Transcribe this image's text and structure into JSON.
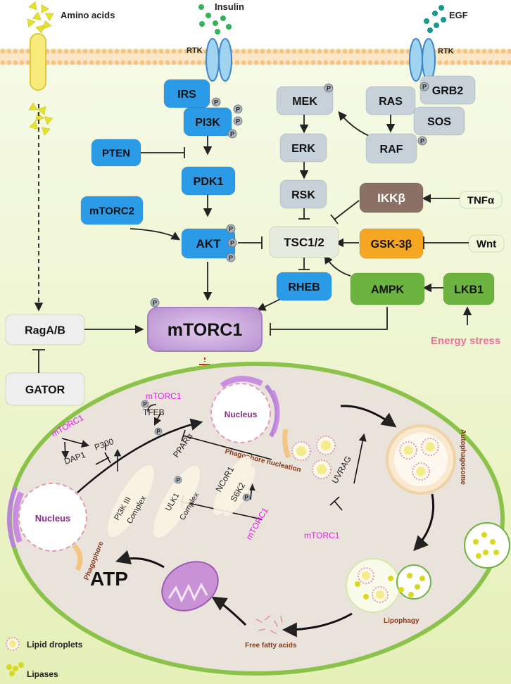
{
  "ligands": {
    "amino_acids": "Amino acids",
    "insulin": "Insulin",
    "egf": "EGF",
    "rtk_left": "RTK",
    "rtk_right": "RTK"
  },
  "nodes": {
    "irs": "IRS",
    "pi3k": "PI3K",
    "pten": "PTEN",
    "pdk1": "PDK1",
    "mtorc2": "mTORC2",
    "akt": "AKT",
    "mek": "MEK",
    "ras": "RAS",
    "grb2": "GRB2",
    "sos": "SOS",
    "erk": "ERK",
    "raf": "RAF",
    "rsk": "RSK",
    "ikkb": "IKKβ",
    "tnfa": "TNFα",
    "tsc": "TSC1/2",
    "gsk3b": "GSK-3β",
    "wnt": "Wnt",
    "rheb": "RHEB",
    "ampk": "AMPK",
    "lkb1": "LKB1",
    "energy_stress": "Energy stress",
    "mtorc1_main": "mTORC1",
    "raga": "RagA/B",
    "gator": "GATOR"
  },
  "phospho_symbol": "P",
  "cell": {
    "mtorc1_labels": [
      "mTORC1",
      "mTORC1",
      "mTORC1",
      "mTORC1"
    ],
    "tfeb": "TFEB",
    "p300": "P300",
    "dap1": "DAP1",
    "ppara": "PPARα",
    "pi3kiii": [
      "PI3K III",
      "Complex"
    ],
    "ulk1": [
      "ULK1",
      "Complex"
    ],
    "ncor1": "NCoR1",
    "s6k2": "S6K2",
    "uvrag": "UVRAG",
    "nucleus_left": "Nucleus",
    "nucleus_right": "Nucleus",
    "phagophore": "Phagophore",
    "phagophore_nucleation": "Phagophore nucleation",
    "autophagosome": "Autophagosome",
    "lipophagy": "Lipophagy",
    "ffa": "Free fatty acids",
    "atp": "ATP"
  },
  "legend": {
    "lipid_droplets": "Lipid droplets",
    "lipases": "Lipases"
  },
  "colors": {
    "blue_node": "#2b9be8",
    "grey_node": "#c6d1d9",
    "green_node": "#6db33f",
    "brown_node": "#8b7065",
    "orange_node": "#f5a623",
    "mtorc1": "#c9a7dc",
    "magenta_text": "#e31ee3",
    "pink_text": "#ee6f9a",
    "cytoplasm": "#f2f7d9",
    "cell_fill": "#ebe4dc",
    "membrane": "#f3c583"
  }
}
